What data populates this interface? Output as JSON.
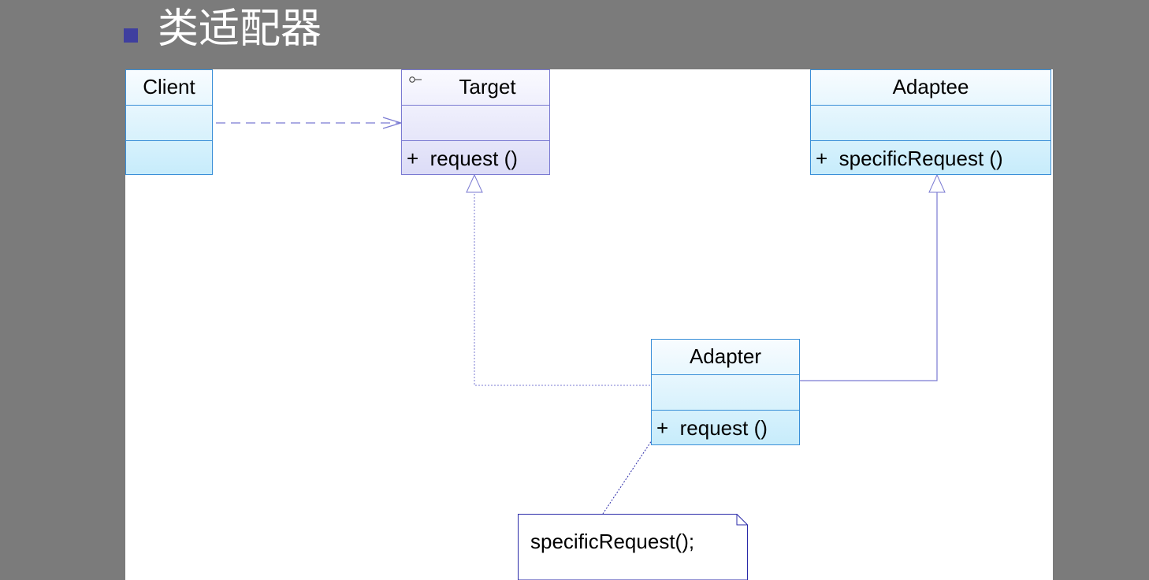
{
  "slide": {
    "title": "类适配器"
  },
  "diagram": {
    "classes": {
      "client": {
        "name": "Client"
      },
      "target": {
        "name": "Target",
        "operation": "+  request ()"
      },
      "adaptee": {
        "name": "Adaptee",
        "operation": "+  specificRequest ()"
      },
      "adapter": {
        "name": "Adapter",
        "operation": "+  request ()"
      }
    },
    "note": {
      "text": "specificRequest();"
    }
  }
}
